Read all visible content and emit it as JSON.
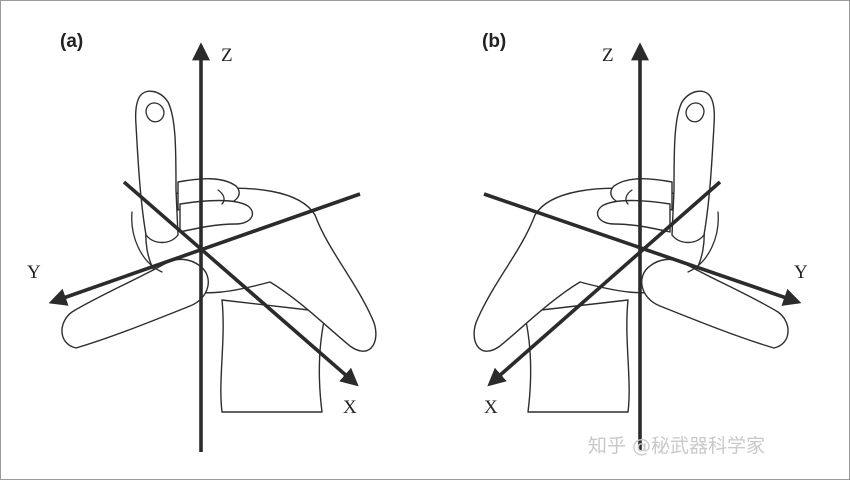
{
  "panels": [
    {
      "label": "(a)",
      "axes": {
        "z": "Z",
        "y": "Y",
        "x": "X"
      }
    },
    {
      "label": "(b)",
      "axes": {
        "z": "Z",
        "y": "Y",
        "x": "X"
      }
    }
  ],
  "watermark": "知乎 @秘武器科学家",
  "colors": {
    "ink": "#2b2b2b",
    "frame": "#9a9a9a",
    "watermark": "#c9c9c9"
  }
}
